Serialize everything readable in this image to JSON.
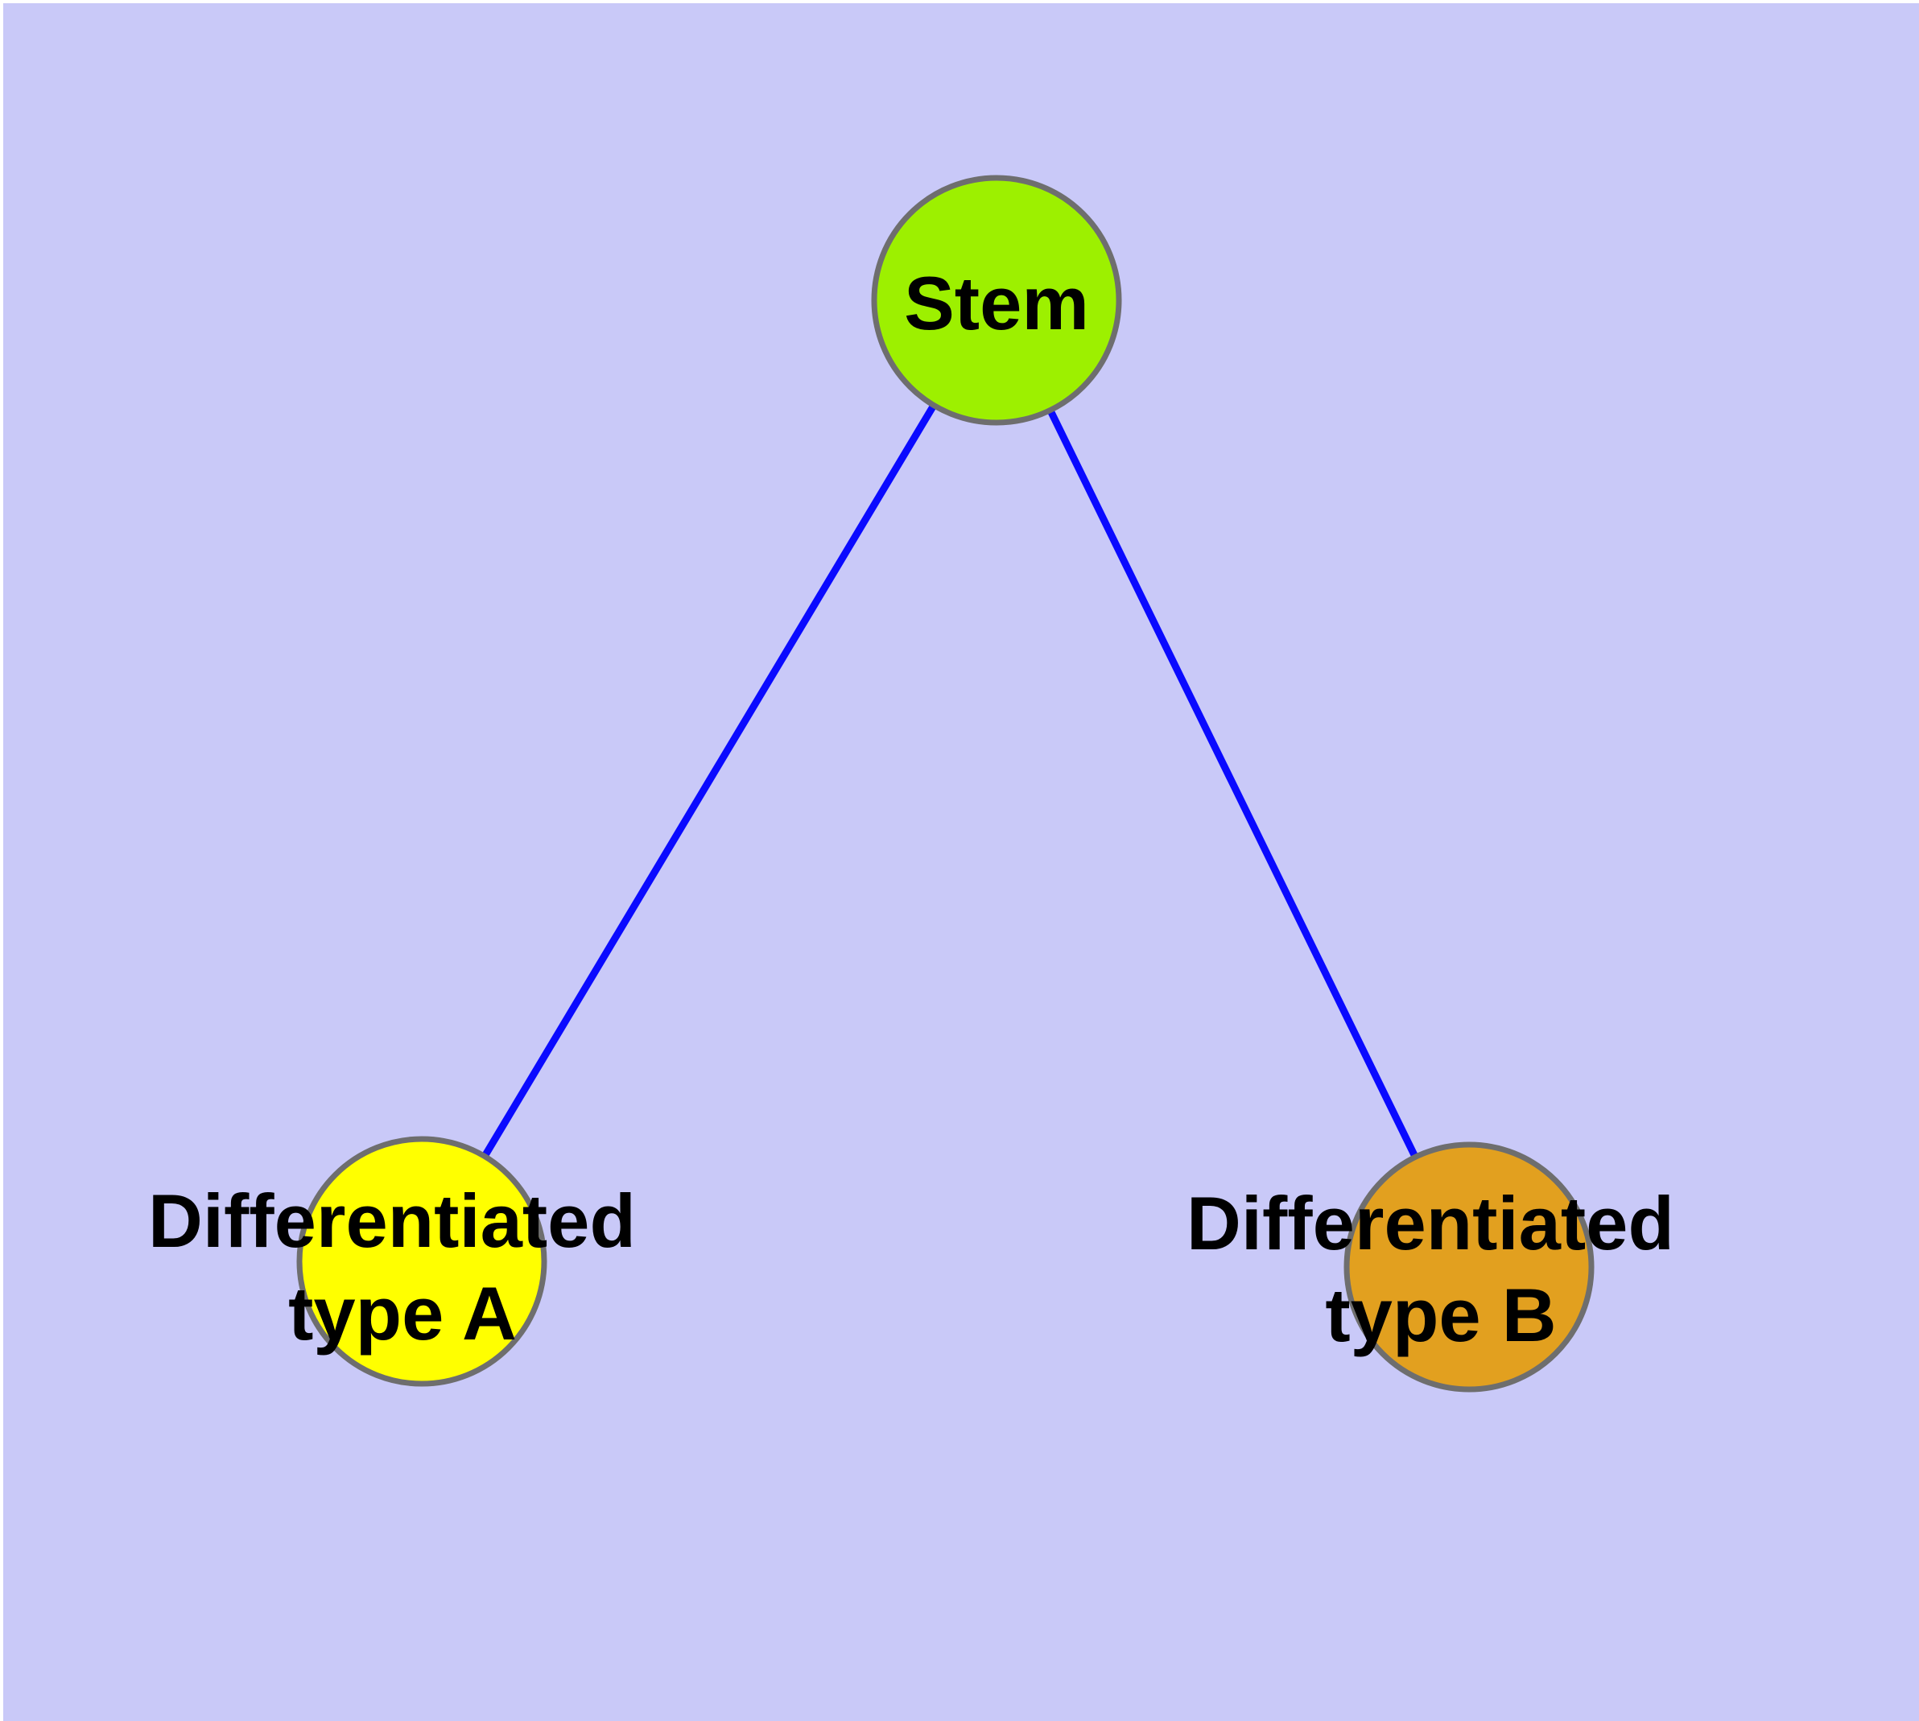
{
  "diagram": {
    "kind": "cell-differentiation-graph",
    "page_color": "#ffffff",
    "background_color": "#c9c9f8",
    "edge_color": "#0a0aff",
    "node_border_color": "#6e6e6e",
    "text_color": "#000000",
    "nodes": {
      "stem": {
        "label": "Stem",
        "fill_color": "#9df000"
      },
      "type_a": {
        "label_line1": "Differentiated",
        "label_line2": "type A",
        "fill_color": "#ffff00"
      },
      "type_b": {
        "label_line1": "Differentiated",
        "label_line2": "type B",
        "fill_color": "#e2a01f"
      }
    },
    "edges": [
      {
        "from": "stem",
        "to": "type_a"
      },
      {
        "from": "stem",
        "to": "type_b"
      }
    ]
  }
}
